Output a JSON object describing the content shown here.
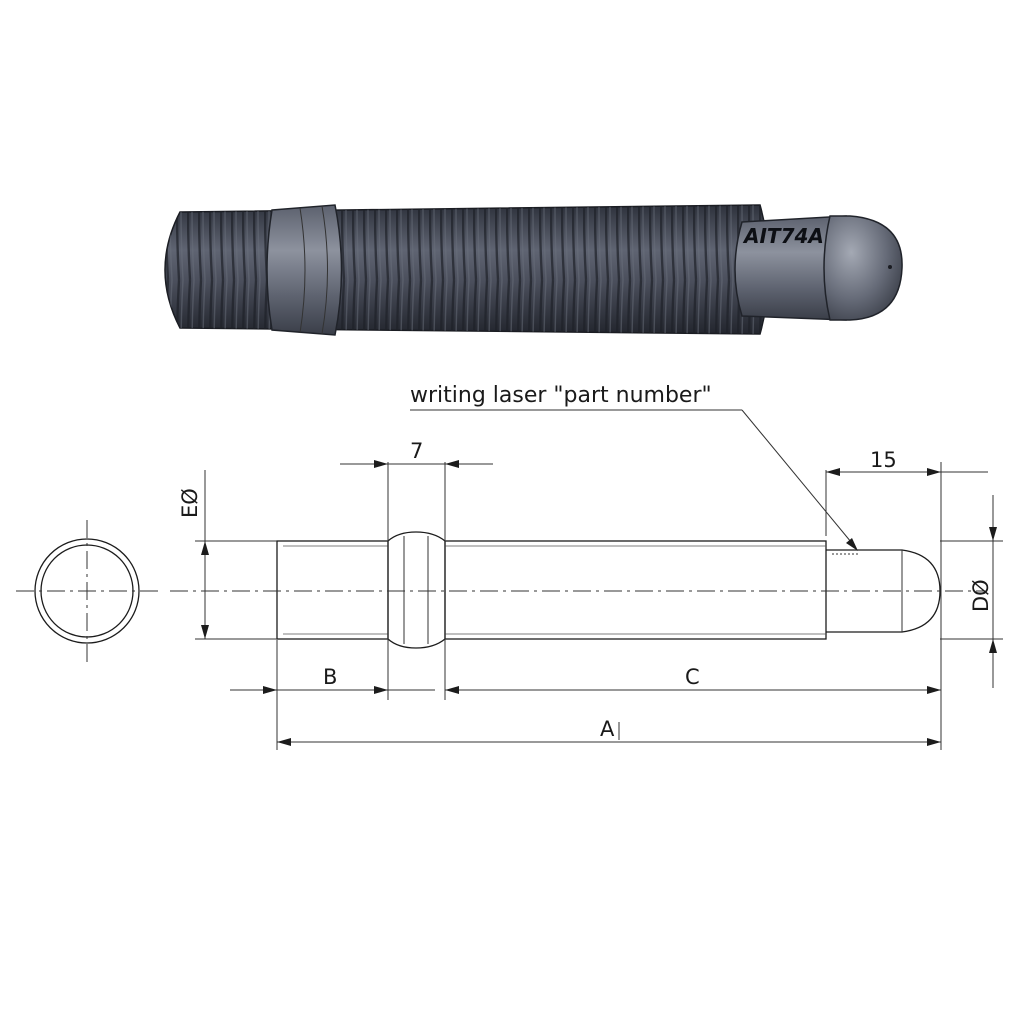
{
  "render": {
    "part_number": "AIT74A",
    "colors": {
      "steel_dark": "#3f4350",
      "steel_mid": "#5a5f6d",
      "steel_light": "#8b909c",
      "line": "#1c1c1c"
    }
  },
  "drawing": {
    "note": "writing laser \"part number\"",
    "dimensions": {
      "collar_width": "7",
      "pin_length": "15",
      "overall_length": "A",
      "section_b": "B",
      "section_c": "C",
      "pin_diameter": "DØ",
      "thread_diameter": "EØ"
    }
  }
}
